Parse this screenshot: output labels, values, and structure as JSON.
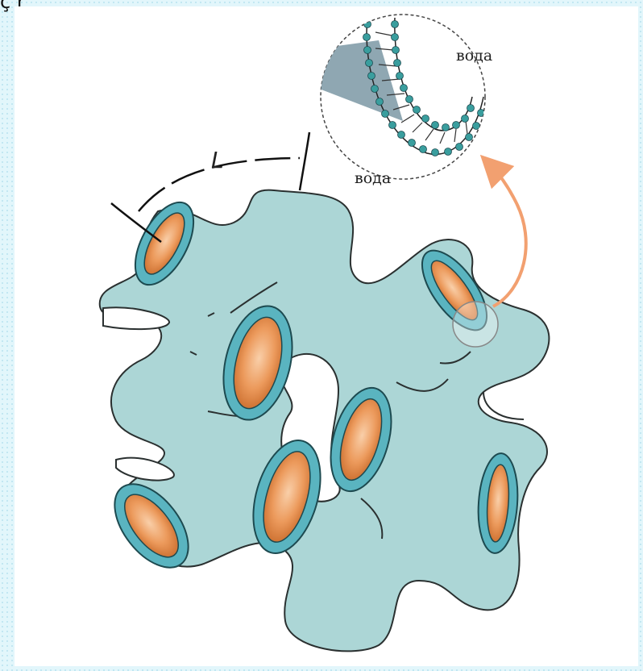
{
  "corner_text": "ç r",
  "labels": {
    "length": "L",
    "water_top": "вода",
    "water_bottom": "вода"
  },
  "colors": {
    "body": "#acd6d6",
    "ring": "#5ab4c0",
    "channel": "#ec9a5c",
    "arrow": "#f2a070",
    "bilayer_head": "#3a9e9e"
  }
}
